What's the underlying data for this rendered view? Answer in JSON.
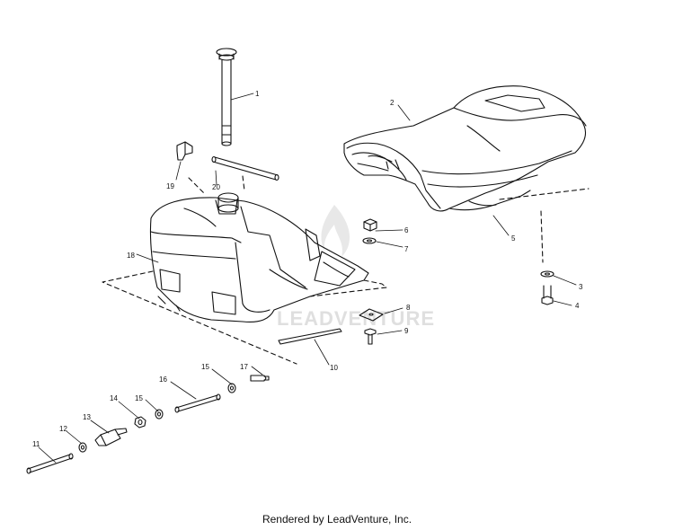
{
  "footer": "Rendered by LeadVenture, Inc.",
  "watermark": "LEADVENTURE",
  "callouts": {
    "c1": "1",
    "c2": "2",
    "c3": "3",
    "c4": "4",
    "c5": "5",
    "c6": "6",
    "c7": "7",
    "c8": "8",
    "c9": "9",
    "c10": "10",
    "c11": "11",
    "c12": "12",
    "c13": "13",
    "c14": "14",
    "c15a": "15",
    "c15b": "15",
    "c16": "16",
    "c17": "17",
    "c18": "18",
    "c19": "19",
    "c20": "20"
  }
}
